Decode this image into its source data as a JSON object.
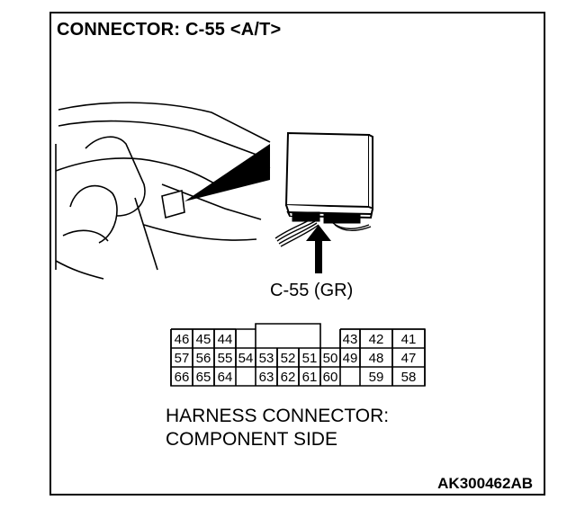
{
  "title": "CONNECTOR: C-55 <A/T>",
  "connector_label": "C-55 (GR)",
  "harness_line1": "HARNESS CONNECTOR:",
  "harness_line2": "COMPONENT SIDE",
  "figure_code": "AK300462AB",
  "pins": {
    "row1": [
      "46",
      "45",
      "44",
      "43",
      "42",
      "41"
    ],
    "row2": [
      "57",
      "56",
      "55",
      "54",
      "53",
      "52",
      "51",
      "50",
      "49",
      "48",
      "47"
    ],
    "row3": [
      "66",
      "65",
      "64",
      "63",
      "62",
      "61",
      "60",
      "59",
      "58"
    ]
  }
}
